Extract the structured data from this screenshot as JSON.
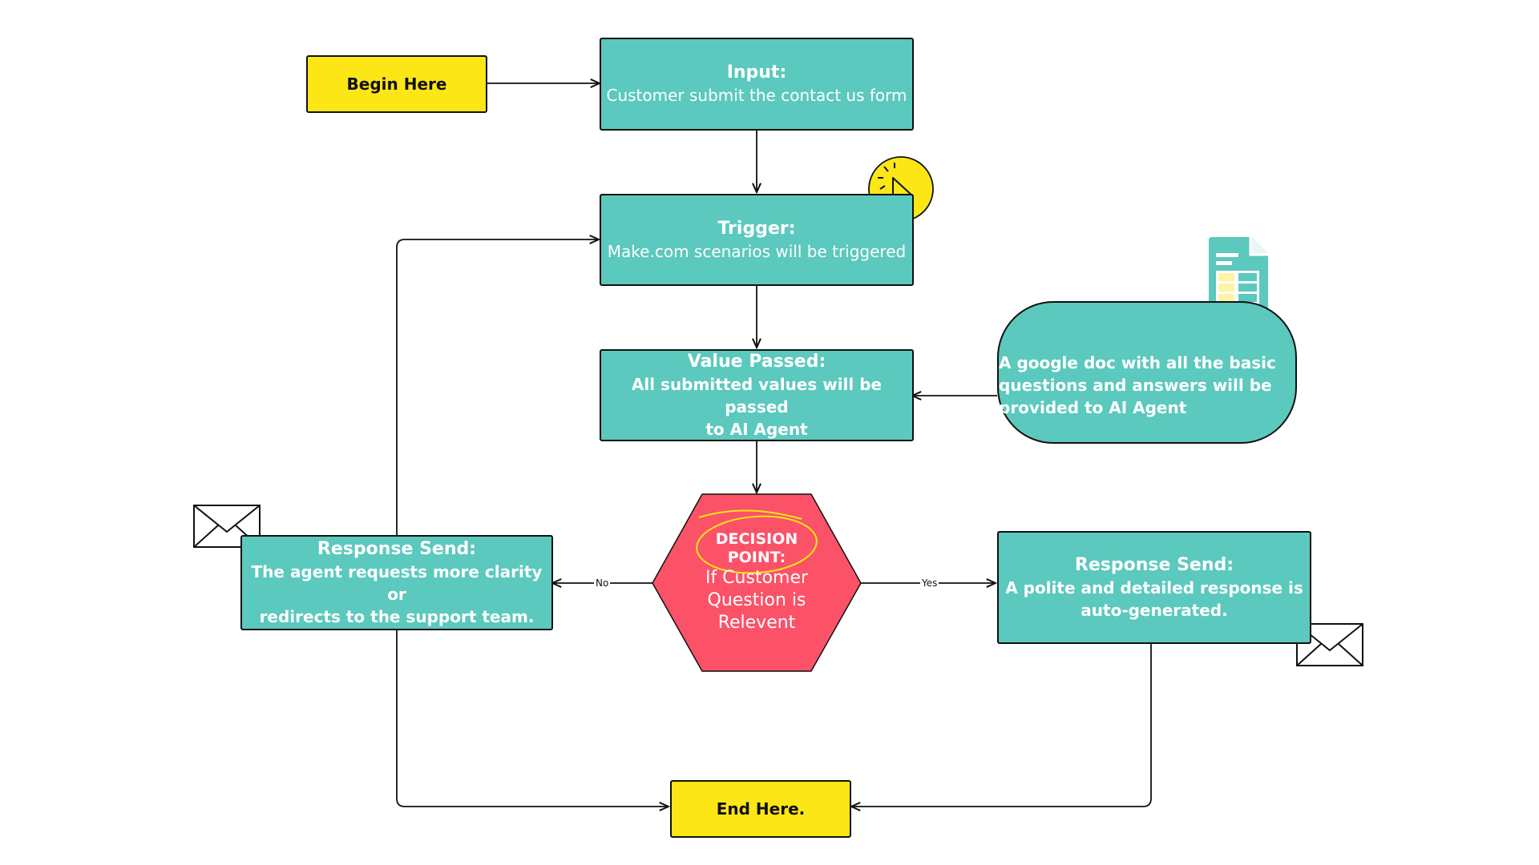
{
  "nodes": {
    "begin": {
      "label": "Begin Here"
    },
    "input": {
      "title": "Input:",
      "text": "Customer submit the contact us form"
    },
    "trigger": {
      "title": "Trigger:",
      "text": "Make.com scenarios will be triggered"
    },
    "value_passed": {
      "title": "Value Passed:",
      "line1": "All submitted values will be passed",
      "line2": "to AI Agent"
    },
    "google_doc": {
      "line1": "A google doc with all the basic",
      "line2": "questions and answers will be",
      "line3": "provided to AI Agent"
    },
    "decision": {
      "title1": "DECISION",
      "title2": "POINT:",
      "line1": "If Customer",
      "line2": "Question is",
      "line3": "Relevent"
    },
    "response_no": {
      "title": "Response Send:",
      "line1": "The agent requests more clarity or",
      "line2": "redirects to the support team."
    },
    "response_yes": {
      "title": "Response Send:",
      "line1": "A polite and detailed response is",
      "line2": "auto-generated."
    },
    "end": {
      "label": "End Here."
    }
  },
  "edges": {
    "no_label": "No",
    "yes_label": "Yes"
  },
  "icons": [
    "cursor-click-icon",
    "spreadsheet-doc-icon",
    "envelope-icon",
    "star-scribble-icon"
  ],
  "colors": {
    "teal": "#5bc9bd",
    "yellow": "#fde616",
    "decision_red": "#fb5268",
    "outline": "#111111"
  }
}
